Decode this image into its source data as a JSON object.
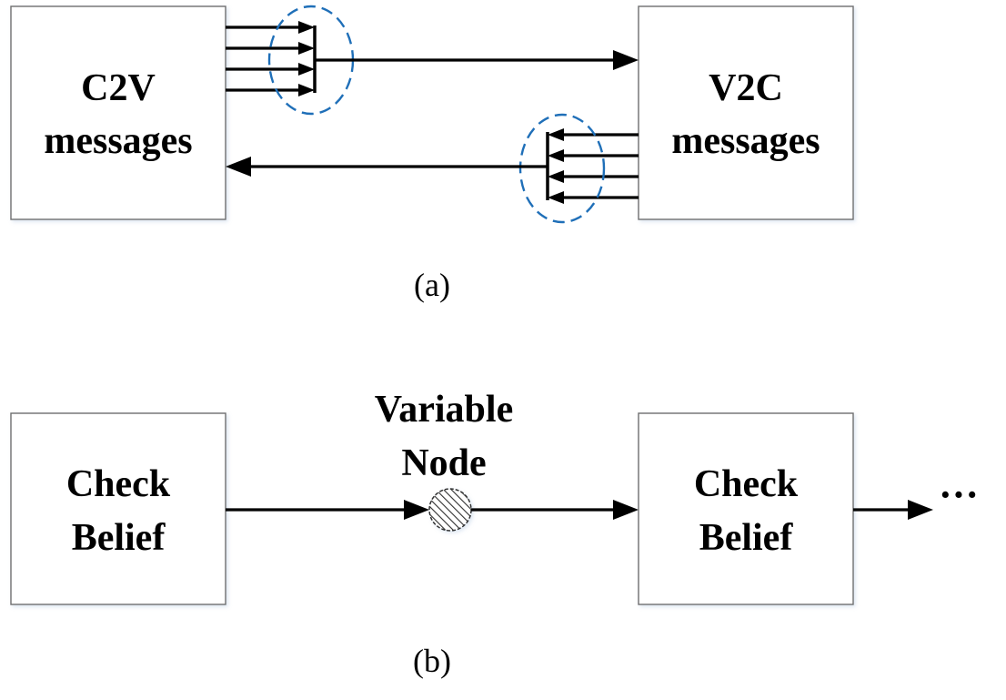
{
  "part_a": {
    "left_box": {
      "line1": "C2V",
      "line2": "messages"
    },
    "right_box": {
      "line1": "V2C",
      "line2": "messages"
    },
    "caption": "(a)"
  },
  "part_b": {
    "left_box": {
      "line1": "Check",
      "line2": "Belief"
    },
    "variable_node": {
      "line1": "Variable",
      "line2": "Node"
    },
    "right_box": {
      "line1": "Check",
      "line2": "Belief"
    },
    "continuation": "···",
    "caption": "(b)"
  },
  "colors": {
    "ellipse": "#1f6fb8",
    "node_fill": "#ffffff",
    "node_hatch": "#333333",
    "box_border": "#6e6e6e"
  }
}
